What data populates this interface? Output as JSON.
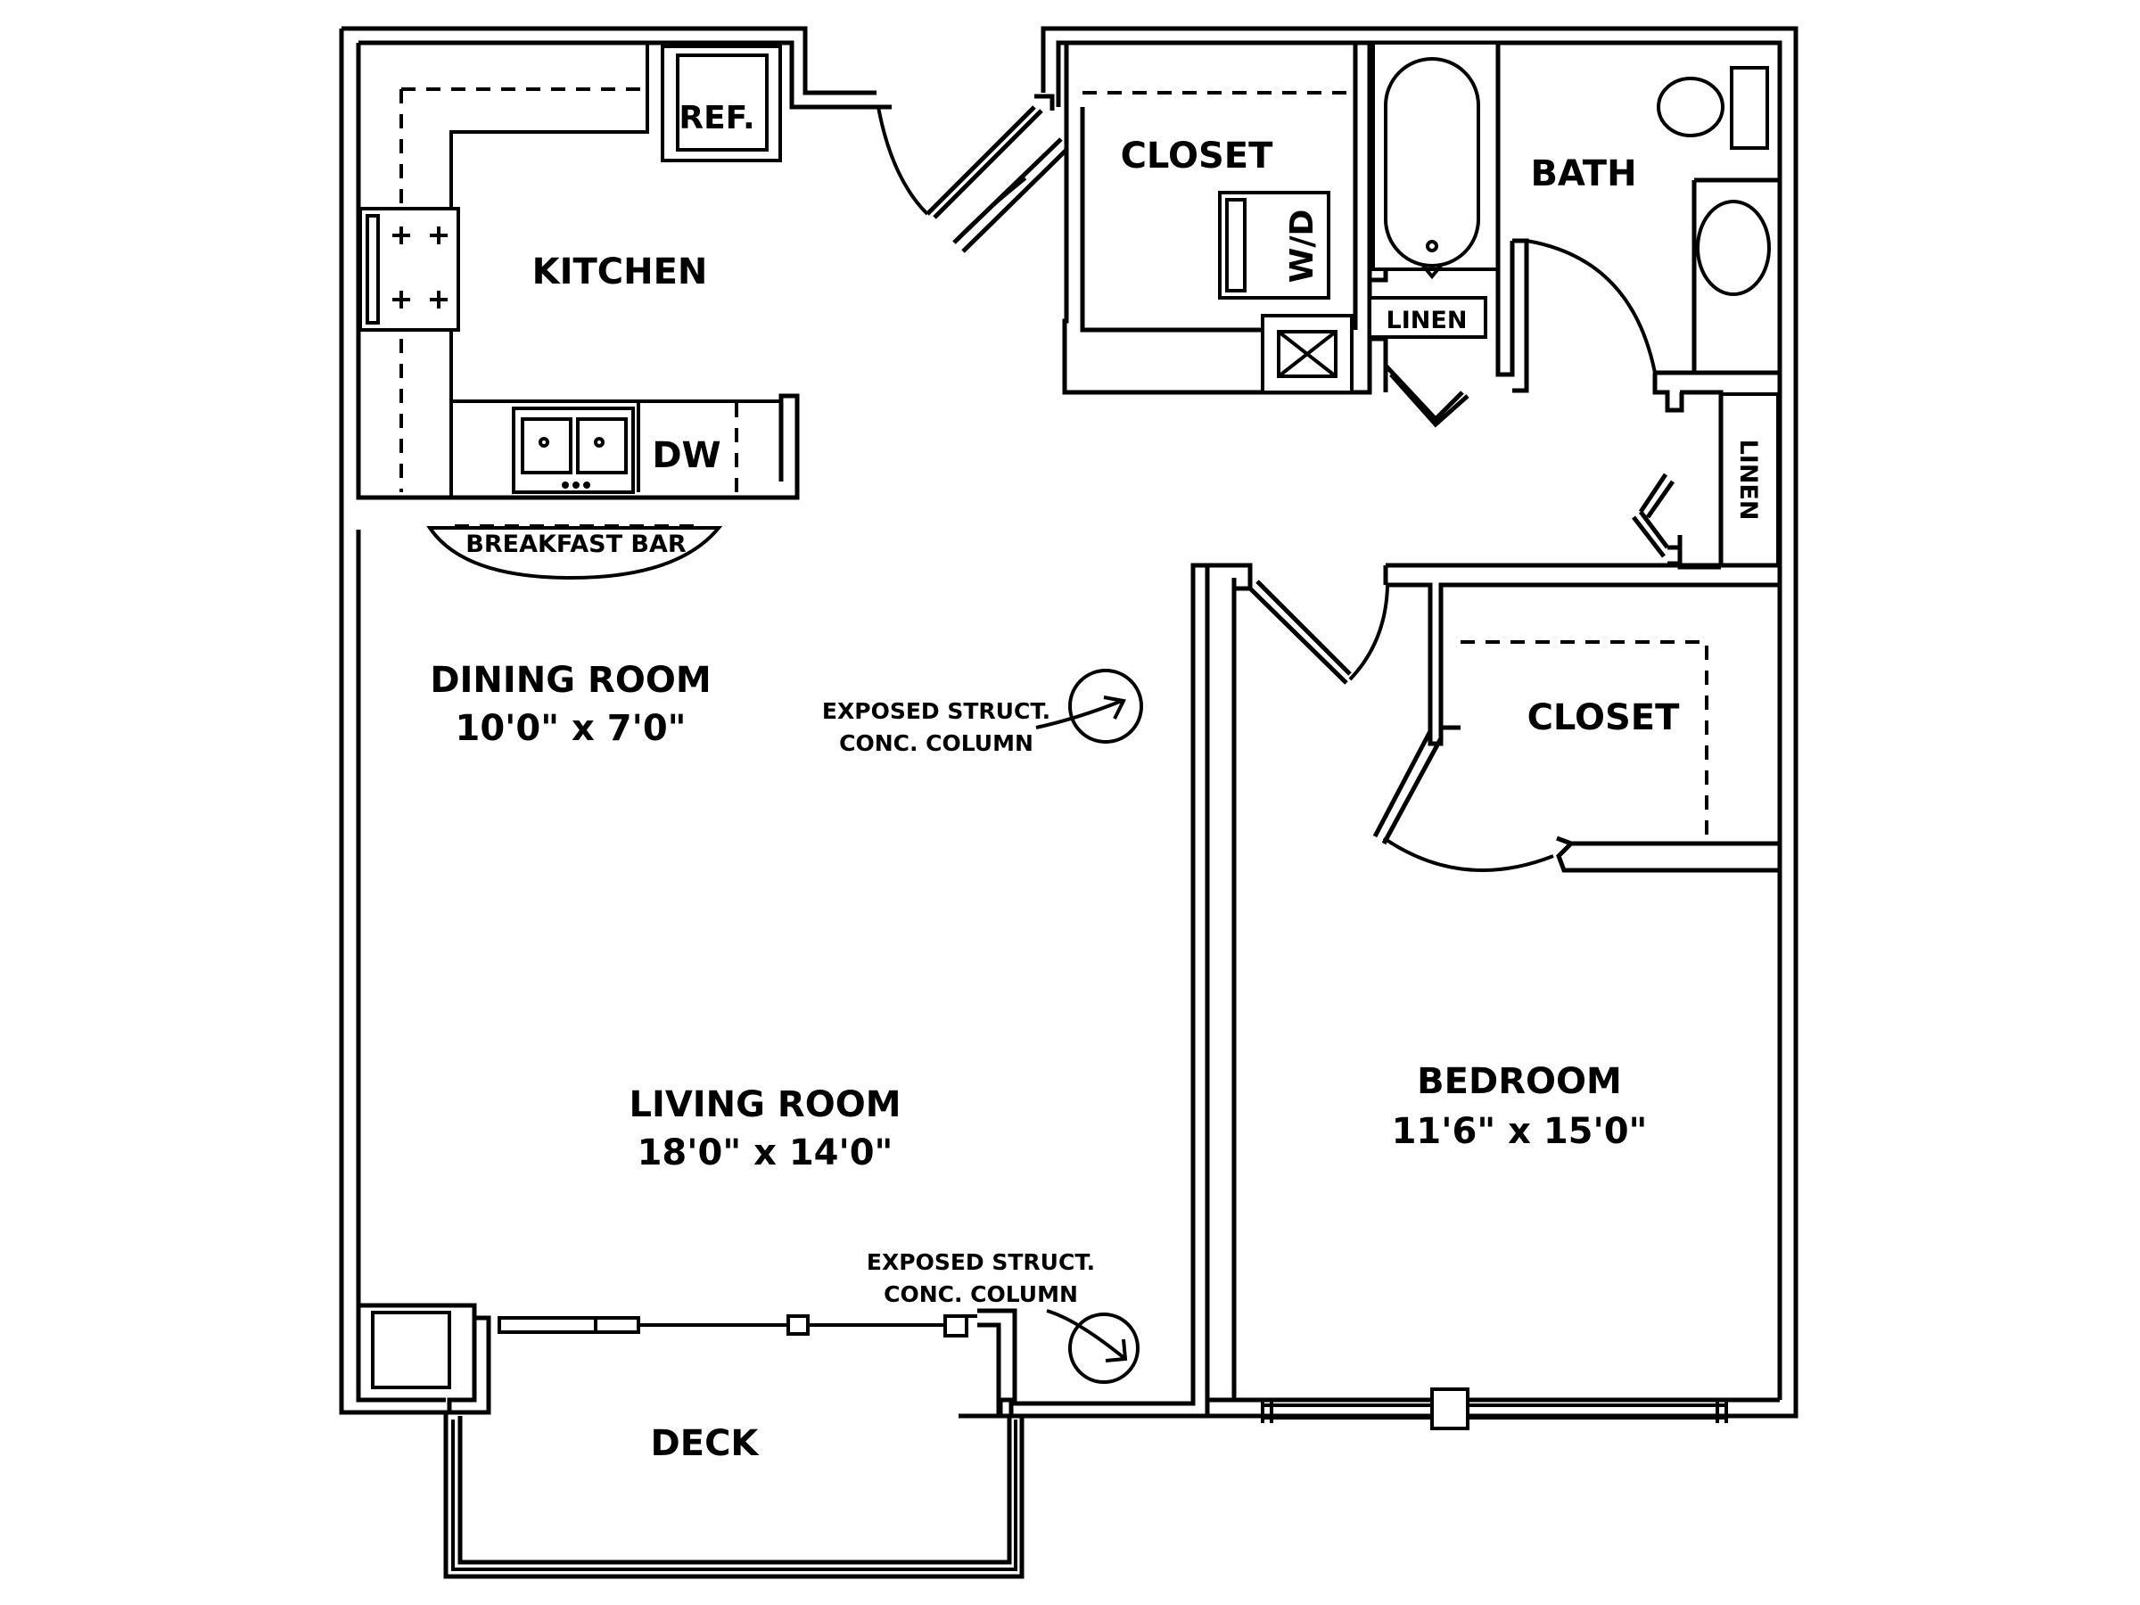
{
  "rooms": {
    "kitchen": "KITCHEN",
    "refrigerator": "REF.",
    "dishwasher": "DW",
    "breakfast_bar": "BREAKFAST BAR",
    "closet_upper": "CLOSET",
    "washer_dryer": "W/D",
    "bath": "BATH",
    "linen_bath": "LINEN",
    "linen_hall": "LINEN",
    "dining_room": {
      "name": "DINING ROOM",
      "size": "10'0\" x 7'0\""
    },
    "living_room": {
      "name": "LIVING ROOM",
      "size": "18'0\" x 14'0\""
    },
    "bedroom": {
      "name": "BEDROOM",
      "size": "11'6\" x 15'0\""
    },
    "closet_bedroom": "CLOSET",
    "deck": "DECK"
  },
  "notes": {
    "column_upper": {
      "line1": "EXPOSED STRUCT.",
      "line2": "CONC. COLUMN"
    },
    "column_lower": {
      "line1": "EXPOSED STRUCT.",
      "line2": "CONC. COLUMN"
    }
  }
}
